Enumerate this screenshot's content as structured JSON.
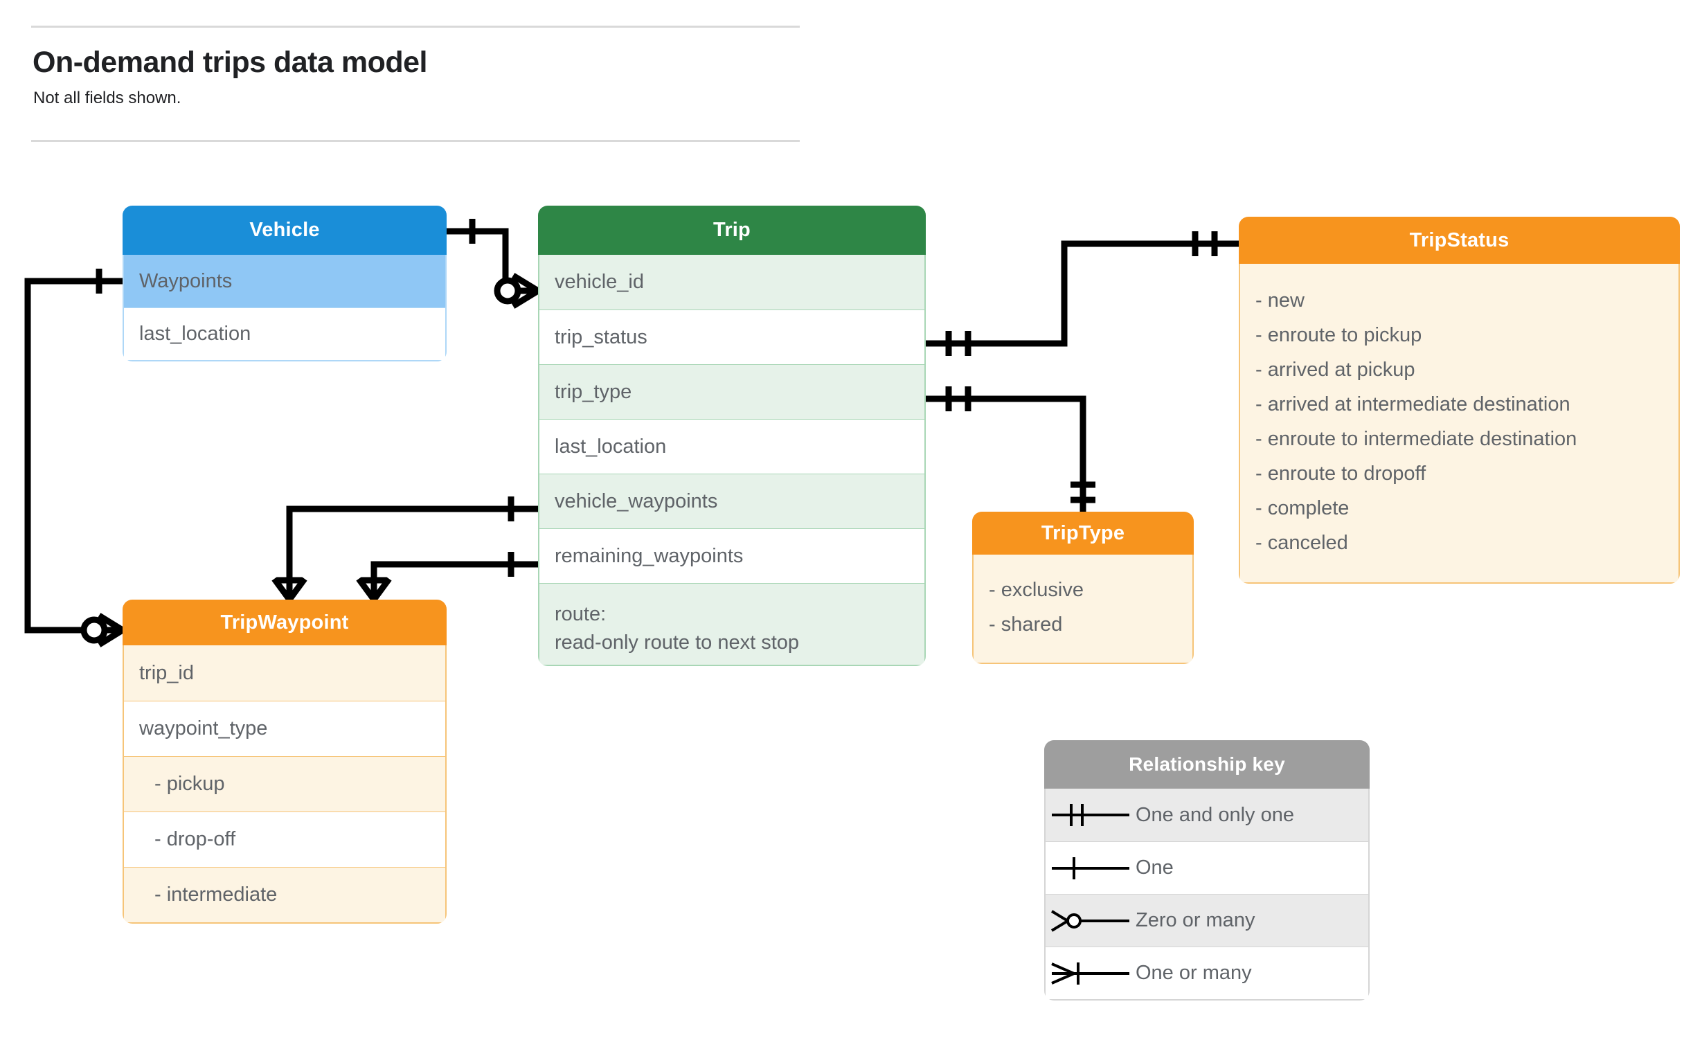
{
  "header": {
    "title": "On-demand trips data model",
    "subtitle": "Not all fields shown."
  },
  "colors": {
    "vehicle_header": "#1a8ed8",
    "vehicle_alt_row": "#8fc7f5",
    "vehicle_border": "#aed7f7",
    "trip_header": "#2e8646",
    "trip_alt_row": "#e6f2e9",
    "trip_border": "#a8d6b5",
    "orange_header": "#f7941e",
    "orange_body": "#fdf4e3",
    "orange_border": "#f6c478",
    "legend_header": "#9e9e9e",
    "legend_alt_row": "#eaeaea",
    "text": "#5f6368",
    "connector": "#000000"
  },
  "entities": {
    "vehicle": {
      "title": "Vehicle",
      "fields": [
        {
          "label": "Waypoints",
          "shaded": true
        },
        {
          "label": "last_location",
          "shaded": false
        }
      ]
    },
    "trip": {
      "title": "Trip",
      "fields": [
        {
          "label": "vehicle_id",
          "shaded": true
        },
        {
          "label": "trip_status",
          "shaded": false
        },
        {
          "label": "trip_type",
          "shaded": true
        },
        {
          "label": "last_location",
          "shaded": false
        },
        {
          "label": "vehicle_waypoints",
          "shaded": true
        },
        {
          "label": "remaining_waypoints",
          "shaded": false
        }
      ],
      "route_line1": "route:",
      "route_line2": "read-only route to next stop"
    },
    "trip_status": {
      "title": "TripStatus",
      "values": [
        "- new",
        "- enroute to pickup",
        "- arrived at pickup",
        "- arrived at intermediate destination",
        "- enroute to intermediate destination",
        "- enroute to dropoff",
        "- complete",
        "- canceled"
      ]
    },
    "trip_type": {
      "title": "TripType",
      "values": [
        "- exclusive",
        "- shared"
      ]
    },
    "trip_waypoint": {
      "title": "TripWaypoint",
      "fields": [
        {
          "label": "trip_id",
          "shaded": true,
          "indent": false
        },
        {
          "label": "waypoint_type",
          "shaded": false,
          "indent": false
        },
        {
          "label": "-  pickup",
          "shaded": true,
          "indent": true
        },
        {
          "label": "-  drop-off",
          "shaded": false,
          "indent": true
        },
        {
          "label": "-  intermediate",
          "shaded": true,
          "indent": true
        }
      ]
    }
  },
  "legend": {
    "title": "Relationship key",
    "rows": [
      {
        "label": "One and only one",
        "symbol": "one-and-only-one",
        "shaded": true
      },
      {
        "label": "One",
        "symbol": "one",
        "shaded": false
      },
      {
        "label": "Zero or many",
        "symbol": "zero-or-many",
        "shaded": true
      },
      {
        "label": "One or many",
        "symbol": "one-or-many",
        "shaded": false
      }
    ]
  },
  "relationships": [
    {
      "name": "vehicle-to-trip-vehicle-id",
      "from": "Vehicle",
      "to": "Trip.vehicle_id",
      "from_cardinality": "One",
      "to_cardinality": "Zero or many"
    },
    {
      "name": "vehicle-waypoints-to-tripwaypoint",
      "from": "Vehicle.Waypoints",
      "to": "TripWaypoint",
      "from_cardinality": "One",
      "to_cardinality": "Zero or many"
    },
    {
      "name": "trip-status-to-tripstatus",
      "from": "Trip.trip_status",
      "to": "TripStatus",
      "from_cardinality": "One and only one",
      "to_cardinality": "One and only one"
    },
    {
      "name": "trip-type-to-triptype",
      "from": "Trip.trip_type",
      "to": "TripType",
      "from_cardinality": "One and only one",
      "to_cardinality": "One and only one"
    },
    {
      "name": "trip-vehicle-waypoints-to-tripwaypoint",
      "from": "Trip.vehicle_waypoints",
      "to": "TripWaypoint",
      "from_cardinality": "One",
      "to_cardinality": "One or many"
    },
    {
      "name": "trip-remaining-waypoints-to-tripwaypoint",
      "from": "Trip.remaining_waypoints",
      "to": "TripWaypoint",
      "from_cardinality": "One",
      "to_cardinality": "One or many"
    }
  ]
}
